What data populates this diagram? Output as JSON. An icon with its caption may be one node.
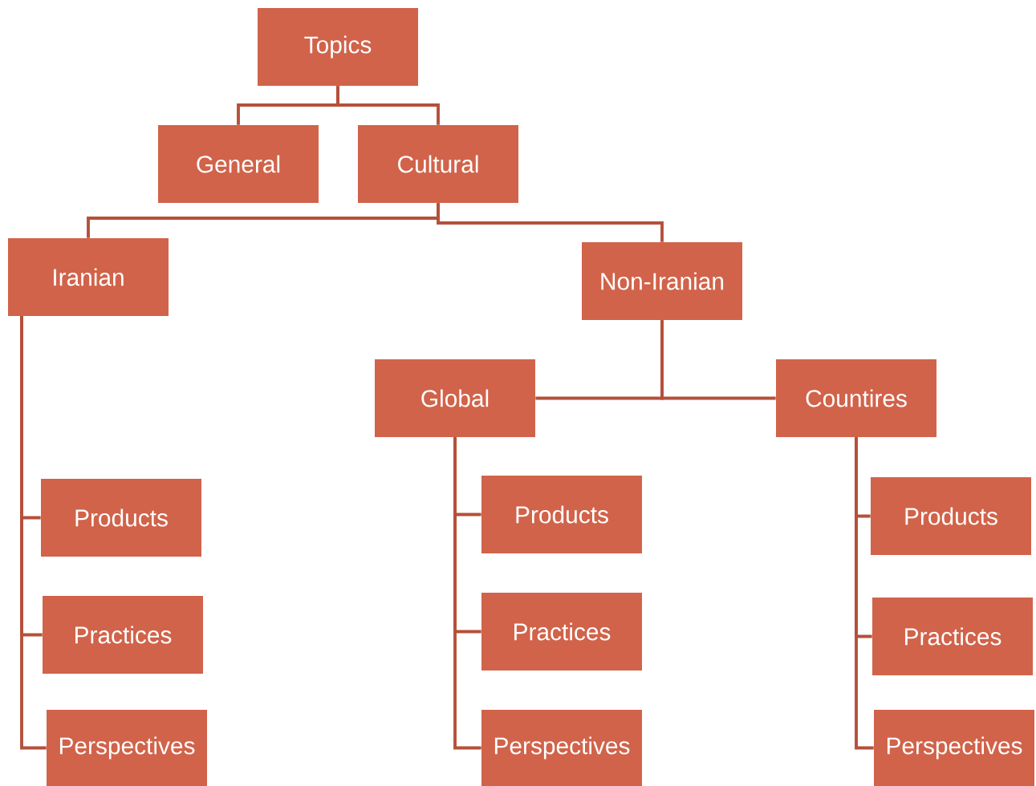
{
  "diagram": {
    "nodes": [
      {
        "text": [
          "Topics"
        ]
      },
      {
        "text": [
          "General"
        ]
      },
      {
        "text": [
          "Cultural"
        ]
      },
      {
        "text": [
          "Iranian"
        ]
      },
      {
        "text": [
          "Non-Iranian"
        ]
      },
      {
        "text": [
          "Global"
        ]
      },
      {
        "text": [
          "Countires"
        ]
      },
      {
        "text": [
          "Products"
        ]
      },
      {
        "text": [
          "Practices"
        ]
      },
      {
        "text": [
          "Perspectives"
        ]
      },
      {
        "text": [
          "Products"
        ]
      },
      {
        "text": [
          "Practices"
        ]
      },
      {
        "text": [
          "Perspectives"
        ]
      },
      {
        "text": [
          "Products"
        ]
      },
      {
        "text": [
          "Practices"
        ]
      },
      {
        "text": [
          "Perspectives"
        ]
      }
    ],
    "edges": [
      {
        "from": 0,
        "to": 1,
        "arrow": "none"
      },
      {
        "from": 0,
        "to": 2,
        "arrow": "none"
      },
      {
        "from": 2,
        "to": 3,
        "arrow": "none"
      },
      {
        "from": 2,
        "to": 4,
        "arrow": "none"
      },
      {
        "from": 3,
        "to": 7,
        "arrow": "none"
      },
      {
        "from": 3,
        "to": 8,
        "arrow": "none"
      },
      {
        "from": 3,
        "to": 9,
        "arrow": "none"
      },
      {
        "from": 4,
        "to": 5,
        "arrow": "none"
      },
      {
        "from": 4,
        "to": 6,
        "arrow": "none"
      },
      {
        "from": 5,
        "to": 10,
        "arrow": "none"
      },
      {
        "from": 5,
        "to": 11,
        "arrow": "none"
      },
      {
        "from": 5,
        "to": 12,
        "arrow": "none"
      },
      {
        "from": 6,
        "to": 13,
        "arrow": "none"
      },
      {
        "from": 6,
        "to": 14,
        "arrow": "none"
      },
      {
        "from": 6,
        "to": 15,
        "arrow": "none"
      }
    ]
  }
}
